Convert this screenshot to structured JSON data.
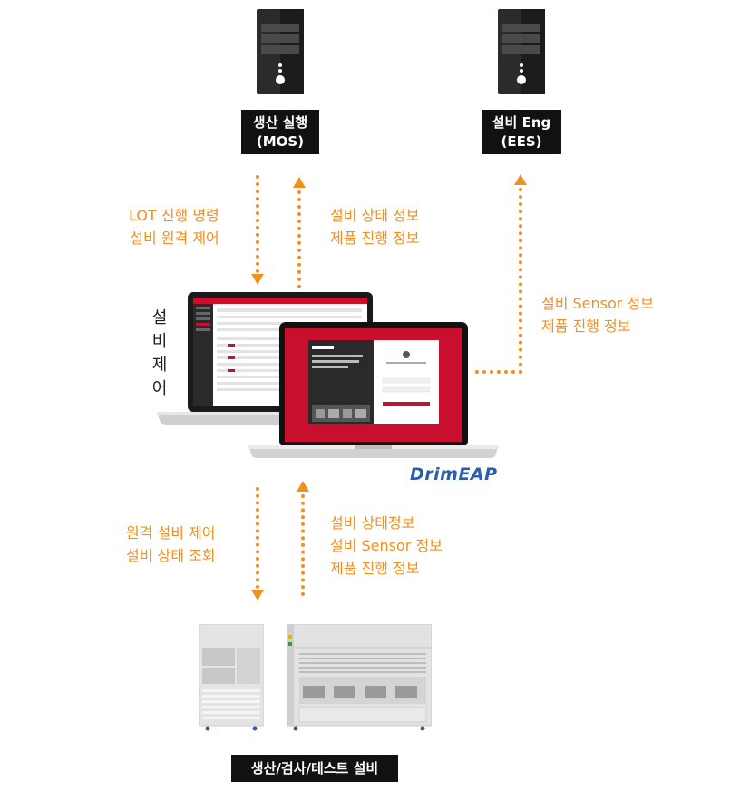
{
  "servers": [
    {
      "label_line1": "생산 실행",
      "label_line2": "(MOS)"
    },
    {
      "label_line1": "설비 Eng",
      "label_line2": "(EES)"
    }
  ],
  "arrows": {
    "mos_down": [
      "LOT 진행 명령",
      "설비 원격 제어"
    ],
    "mos_up": [
      "설비 상태 정보",
      "제품 진행 정보"
    ],
    "ees_up": [
      "설비 Sensor 정보",
      "제품 진행 정보"
    ],
    "equip_down": [
      "원격 설비 제어",
      "설비 상태 조회"
    ],
    "equip_up": [
      "설비 상태정보",
      "설비 Sensor 정보",
      "제품 진행 정보"
    ]
  },
  "side_label": [
    "설",
    "비",
    "제",
    "어"
  ],
  "brand": "DrimEAP",
  "equipment_label": "생산/검사/테스트 설비",
  "colors": {
    "accent": "#f0901e",
    "brand": "#2a5db0",
    "screen_red": "#c8102e",
    "label_bg": "#111111"
  }
}
